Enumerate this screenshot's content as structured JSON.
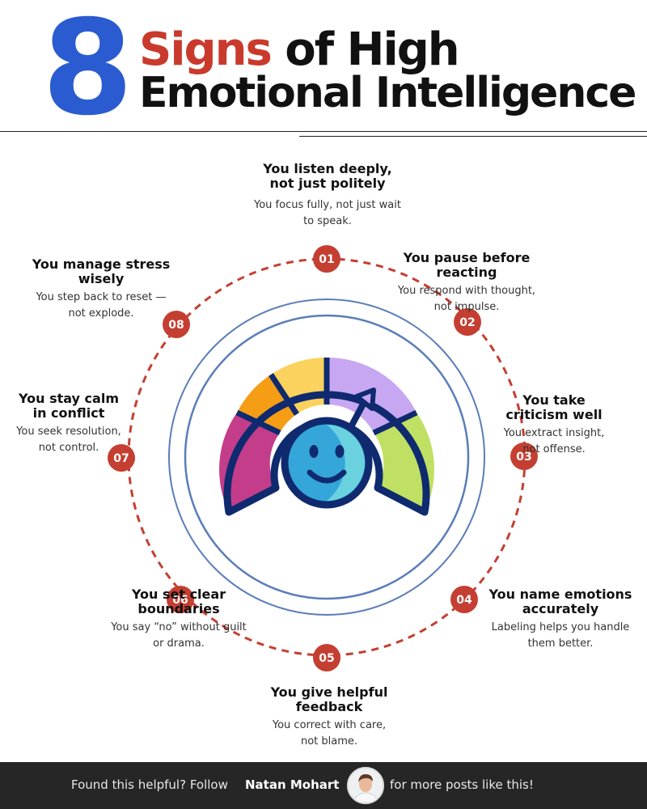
{
  "header": {
    "number": "8",
    "title_red": "Signs",
    "title_black": " of High",
    "title_line2": "Emotional Intelligence"
  },
  "signs": [
    {
      "num": "01",
      "title_lines": [
        "You listen deeply,",
        "not just politely"
      ],
      "desc_lines": [
        "You focus fully, not just wait",
        "to speak."
      ]
    },
    {
      "num": "02",
      "title_lines": [
        "You pause before",
        "reacting"
      ],
      "desc_lines": [
        "You respond with thought,",
        "not impulse."
      ]
    },
    {
      "num": "03",
      "title_lines": [
        "You take",
        "criticism well"
      ],
      "desc_lines": [
        "You extract insight,",
        "not offense."
      ]
    },
    {
      "num": "04",
      "title_lines": [
        "You name emotions",
        "accurately"
      ],
      "desc_lines": [
        "Labeling helps you handle",
        "them better."
      ]
    },
    {
      "num": "05",
      "title_lines": [
        "You give helpful",
        "feedback"
      ],
      "desc_lines": [
        "You correct with care,",
        "not blame."
      ]
    },
    {
      "num": "06",
      "title_lines": [
        "You set clear",
        "boundaries"
      ],
      "desc_lines": [
        "You say “no” without guilt",
        "or drama."
      ]
    },
    {
      "num": "07",
      "title_lines": [
        "You stay calm",
        "in conflict"
      ],
      "desc_lines": [
        "You seek resolution,",
        "not control."
      ]
    },
    {
      "num": "08",
      "title_lines": [
        "You manage stress",
        "wisely"
      ],
      "desc_lines": [
        "You step back to reset —",
        "not explode."
      ]
    }
  ],
  "footer": {
    "pre": "Found this helpful? Follow",
    "name": "Natan Mohart",
    "post": "for more posts like this!"
  },
  "colors": {
    "accent_red": "#c43f32",
    "brand_blue": "#2a5bd0",
    "ring_blue": "#5b7db8",
    "gauge_outline": "#0f2a6e",
    "footer_bg": "#262626"
  },
  "icons": {
    "center": "emotional-gauge-smiley-icon",
    "avatar": "author-avatar-icon"
  }
}
